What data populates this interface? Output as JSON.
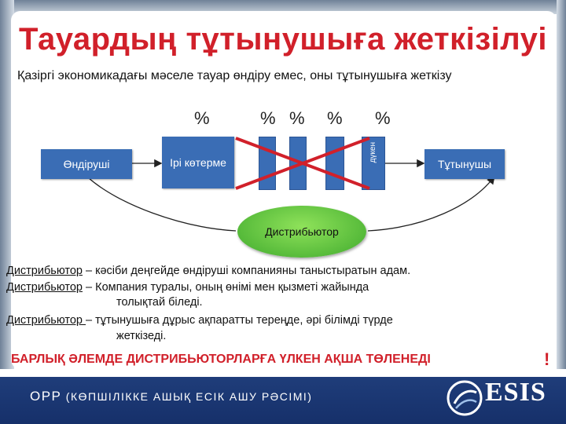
{
  "title": "Тауардың тұтынушыға жеткізілуі",
  "subtitle": "Қазіргі экономикадағы мәселе тауар өндіру емес, оны тұтынушыға жеткізу",
  "percent_symbols": [
    "%",
    "%",
    "%",
    "%",
    "%"
  ],
  "nodes": {
    "producer": "Өндіруші",
    "wholesaler": "Ірі көтерме",
    "retailer_partial": "дүкен",
    "consumer": "Тұтынушы",
    "distributor": "Дистрибьютор"
  },
  "definitions": [
    {
      "term": "Дистрибьютор",
      "text": " – кәсіби деңгейде өндіруші компанияны таныстыратын адам."
    },
    {
      "term": "Дистрибьютор",
      "text": " – Компания туралы, оның өнімі мен қызметі жайында",
      "cont": "толықтай біледі."
    },
    {
      "term": "Дистрибьютор ",
      "text": "– тұтынушыға дұрыс ақпаратты тереңде, әрі білімді түрде",
      "cont": "жеткізеді."
    }
  ],
  "slogan": "БАРЛЫҚ ӘЛЕМДЕ ДИСТРИБЬЮТОРЛАРҒА ҮЛКЕН АҚША ТӨЛЕНЕДІ",
  "slogan_mark": "!",
  "footer": {
    "left": "ОРР",
    "left_sub": " (КӨПШІЛІККЕ АШЫҚ ЕСІК АШУ РӘСІМІ)",
    "logo": "ESIS"
  },
  "colors": {
    "title": "#d1202a",
    "box": "#3a6db5",
    "cross": "#d1202a",
    "distributor": "#5cc23d",
    "footer": "#1f3d7a"
  }
}
